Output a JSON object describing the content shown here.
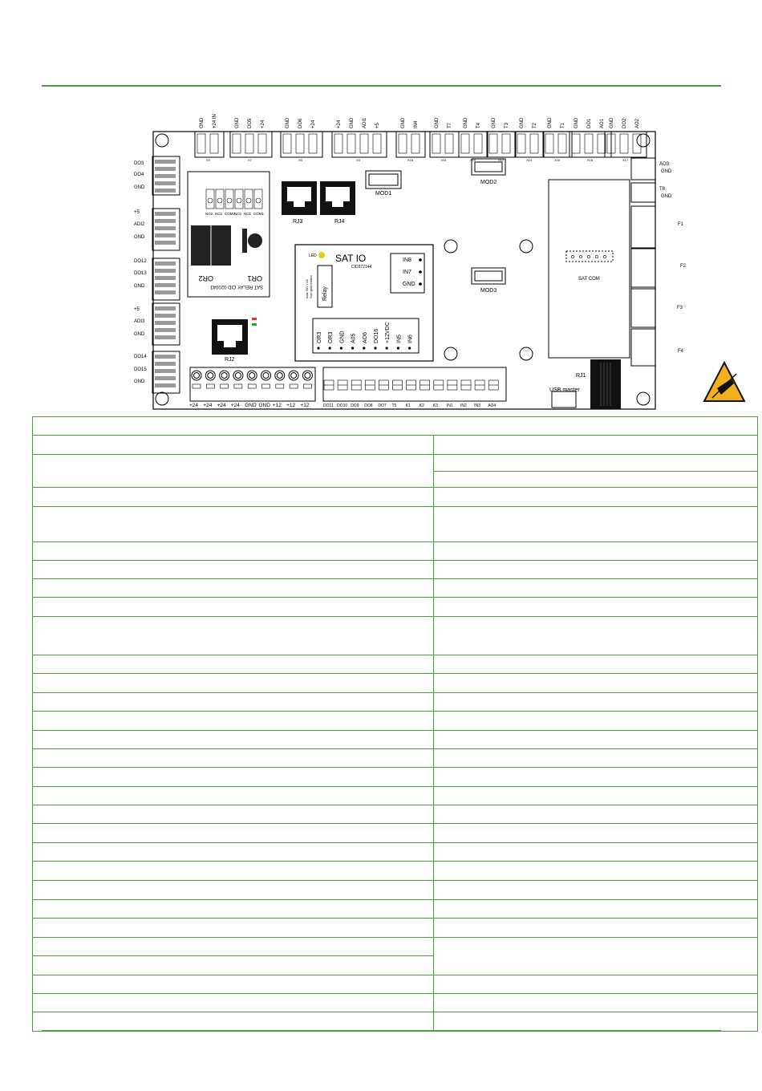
{
  "board": {
    "top_headers": [
      {
        "labels": [
          "GND",
          "+24 IN"
        ],
        "conn": "X9"
      },
      {
        "labels": [
          "GND",
          "DO5",
          "+24"
        ],
        "conn": "X7"
      },
      {
        "labels": [
          "GND",
          "DO6",
          "+24"
        ],
        "conn": "X5"
      },
      {
        "labels": [
          "+24",
          "GND",
          "ADI1",
          "+5"
        ],
        "conn": "X3"
      },
      {
        "labels": [
          "GND",
          "IN4"
        ],
        "conn": "X16"
      },
      {
        "labels": [
          "GND",
          "T7"
        ],
        "conn": "X11"
      },
      {
        "labels": [
          "GND",
          "T4"
        ],
        "conn": "X10"
      },
      {
        "labels": [
          "GND",
          "T3"
        ],
        "conn": "X12"
      },
      {
        "labels": [
          "GND",
          "T2"
        ],
        "conn": "X14"
      },
      {
        "labels": [
          "GND",
          "T1"
        ],
        "conn": "X15"
      },
      {
        "labels": [
          "GND",
          "DO1",
          "AO1"
        ],
        "conn": "X16"
      },
      {
        "labels": [
          "GND",
          "DO2",
          "AO2"
        ],
        "conn": "X17"
      }
    ],
    "left_labels": [
      "DO3",
      "DO4",
      "GND",
      "+5",
      "ADI2",
      "GND",
      "DO12",
      "DO13",
      "GND",
      "+5",
      "ADI3",
      "GND",
      "DO14",
      "DO15",
      "GND"
    ],
    "right_labels": {
      "ao3": "AO3",
      "gnd1": "GND",
      "t8": "T8",
      "gnd2": "GND",
      "f1": "F1",
      "f2": "F2",
      "f3": "F3",
      "f4": "F4"
    },
    "relay_module": {
      "pins": [
        "NO2",
        "NC2",
        "COM2",
        "NO1",
        "NC1",
        "COM1"
      ],
      "or1": "OR1",
      "or2": "OR2",
      "cid": "SAT RELAY CID 020043"
    },
    "rj": {
      "rj1": "RJ1",
      "rj2": "RJ2",
      "rj3": "RJ3",
      "rj4": "RJ4"
    },
    "mods": {
      "mod1": "MOD1",
      "mod2": "MOD2",
      "mod3": "MOD3"
    },
    "sat_io": {
      "title": "SAT IO",
      "cid": "CID372144",
      "led": "LED",
      "relay": "Relay",
      "relay_note": "max 30V / 2A\nNon grid related",
      "inputs": [
        "IN8",
        "IN7",
        "GND"
      ],
      "terminals": [
        "OR3",
        "OR3",
        "GND",
        "A05",
        "AO6",
        "DO16",
        "+12VDC",
        "IN5",
        "IN6"
      ]
    },
    "sat_com": "SAT COM",
    "usb_master": "USB master",
    "power_terminals": [
      "+24",
      "+24",
      "+24",
      "+24",
      "GND",
      "GND",
      "+12",
      "+12",
      "+12"
    ],
    "io_terminals": [
      "DO11",
      "DO10",
      "DO9",
      "DO8",
      "DO7",
      "T5",
      "K1",
      "K2",
      "K3",
      "IN1",
      "IN2",
      "IN3",
      "AO4"
    ],
    "colors": {
      "accent": "#4a9e3f",
      "led": "#e8c81a",
      "esd_symbol": "#f2b01e"
    },
    "icons": [
      "esd-warning-icon"
    ]
  }
}
